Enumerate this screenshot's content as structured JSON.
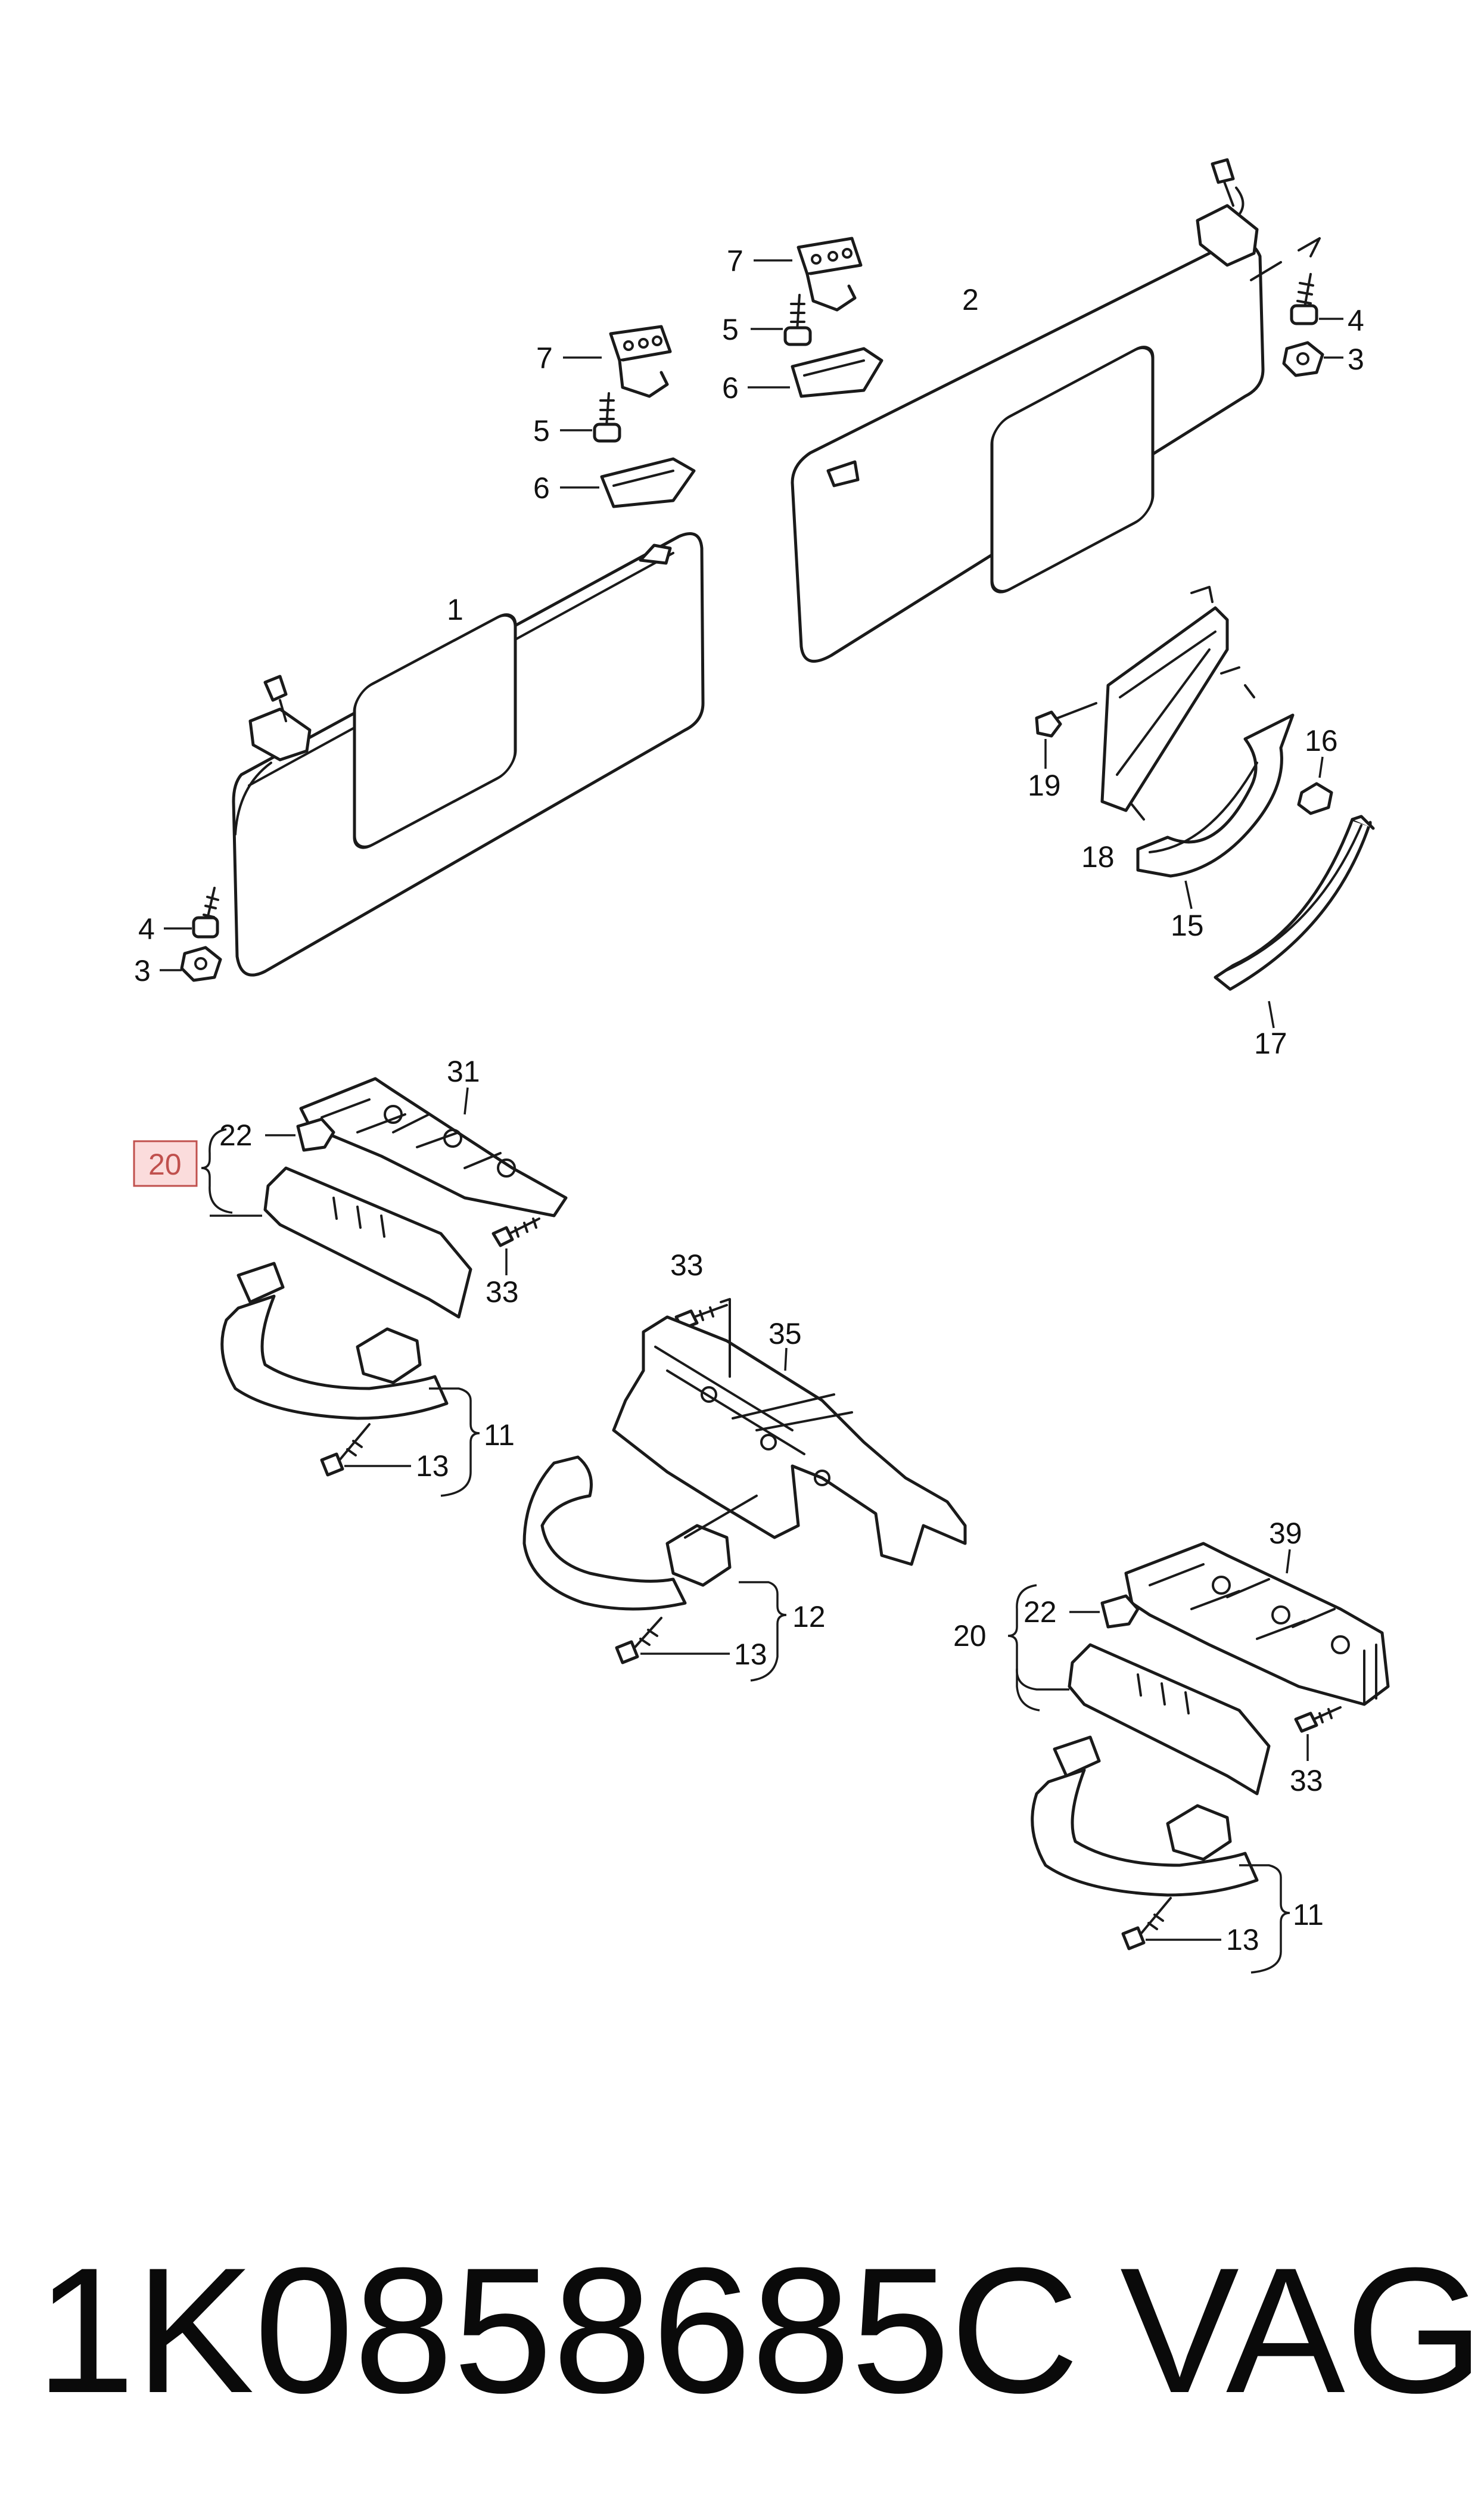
{
  "labels": {
    "sun_visor_left": "1",
    "sun_visor_right": "2",
    "clip_right_3": "3",
    "screw_right_4": "4",
    "screw_center_5": "5",
    "holder_center_6": "6",
    "bracket_center_7": "7",
    "bracket_left_7": "7",
    "screw_left_5": "5",
    "holder_left_6": "6",
    "screw_left_4": "4",
    "clip_left_3": "3",
    "bracket_16": "16",
    "screw_19": "19",
    "bracket_18": "18",
    "grab_handle_15": "15",
    "trim_17": "17",
    "carrier_31": "31",
    "clip_22_left": "22",
    "assembly_20_left": "20",
    "screw_33_left": "33",
    "handle_11_left": "11",
    "screw_13_left": "13",
    "screw_33_center": "33",
    "carrier_35": "35",
    "handle_12": "12",
    "screw_13_center": "13",
    "carrier_39": "39",
    "clip_22_right": "22",
    "assembly_20_right": "20",
    "screw_33_right": "33",
    "handle_11_right": "11",
    "screw_13_right": "13"
  },
  "highlight_color": "#c0504d",
  "highlight_fill": "#fbdcdc",
  "footer": {
    "part_number": "1K0858685C",
    "brand": "VAG"
  }
}
